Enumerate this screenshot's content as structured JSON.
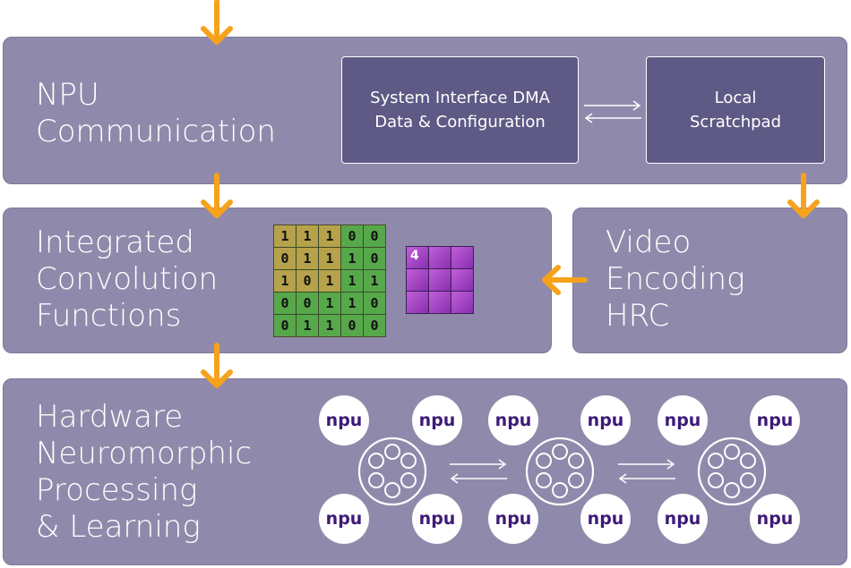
{
  "colors": {
    "panel": "#8f8aab",
    "dark_box": "#5e5a85",
    "arrow": "#f6a21b",
    "npu_text": "#3d1a78",
    "grid_yellow": "#b5a24a",
    "grid_green": "#57a84a",
    "kernel_purple": "#a648c8"
  },
  "panels": {
    "communication": {
      "title": "NPU\nCommunication",
      "dma_box": "System Interface DMA\nData & Configuration",
      "scratchpad_box": "Local\nScratchpad"
    },
    "convolution": {
      "title": "Integrated\nConvolution\nFunctions",
      "input_grid": [
        [
          "1",
          "1",
          "1",
          "0",
          "0"
        ],
        [
          "0",
          "1",
          "1",
          "1",
          "0"
        ],
        [
          "1",
          "0",
          "1",
          "1",
          "1"
        ],
        [
          "0",
          "0",
          "1",
          "1",
          "0"
        ],
        [
          "0",
          "1",
          "1",
          "0",
          "0"
        ]
      ],
      "kernel_grid": [
        [
          "4",
          "",
          ""
        ],
        [
          "",
          "",
          ""
        ],
        [
          "",
          "",
          ""
        ]
      ]
    },
    "video": {
      "title": "Video\nEncoding\nHRC"
    },
    "neuromorphic": {
      "title": "Hardware\nNeuromorphic\nProcessing\n& Learning",
      "npu_label": "npu"
    }
  },
  "icons": [
    "down-arrow-icon",
    "left-arrow-icon",
    "bidirectional-arrow-icon",
    "neuron-cluster-icon"
  ]
}
